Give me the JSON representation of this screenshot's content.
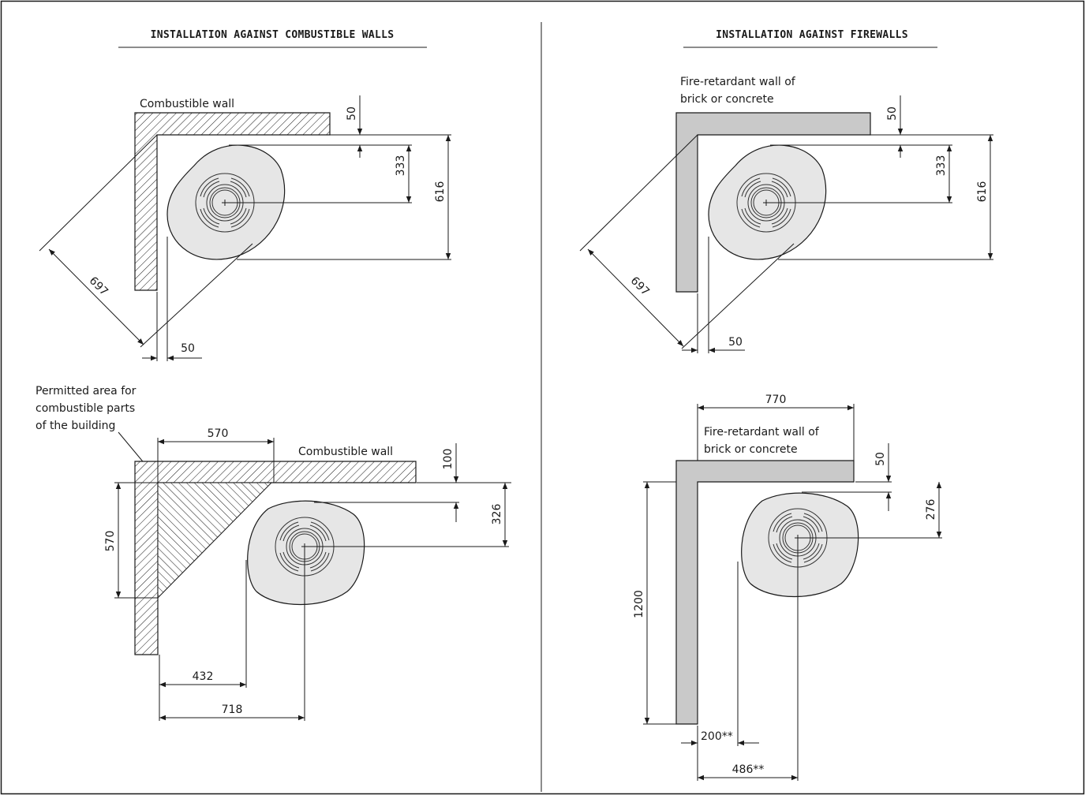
{
  "left_panel": {
    "title": "INSTALLATION AGAINST COMBUSTIBLE WALLS",
    "top": {
      "wall_label": "Combustible wall",
      "dims": {
        "gap_top": "50",
        "to_center": "333",
        "depth": "616",
        "diagonal": "697",
        "gap_side": "50"
      }
    },
    "bottom": {
      "area_label_1": "Permitted area for",
      "area_label_2": "combustible parts",
      "area_label_3": "of the building",
      "wall_label": "Combustible wall",
      "dims": {
        "top_width": "570",
        "gap_top": "100",
        "to_center": "326",
        "side_height": "570",
        "to_edge": "432",
        "to_center_x": "718"
      }
    }
  },
  "right_panel": {
    "title": "INSTALLATION AGAINST FIREWALLS",
    "top": {
      "wall_label_1": "Fire-retardant wall of",
      "wall_label_2": "brick or concrete",
      "dims": {
        "gap_top": "50",
        "to_center": "333",
        "depth": "616",
        "diagonal": "697",
        "gap_side": "50"
      }
    },
    "bottom": {
      "wall_label_1": "Fire-retardant wall of",
      "wall_label_2": "brick or concrete",
      "dims": {
        "width": "770",
        "gap_top": "50",
        "to_center": "276",
        "height": "1200",
        "to_edge": "200**",
        "to_center_x": "486**"
      }
    }
  }
}
